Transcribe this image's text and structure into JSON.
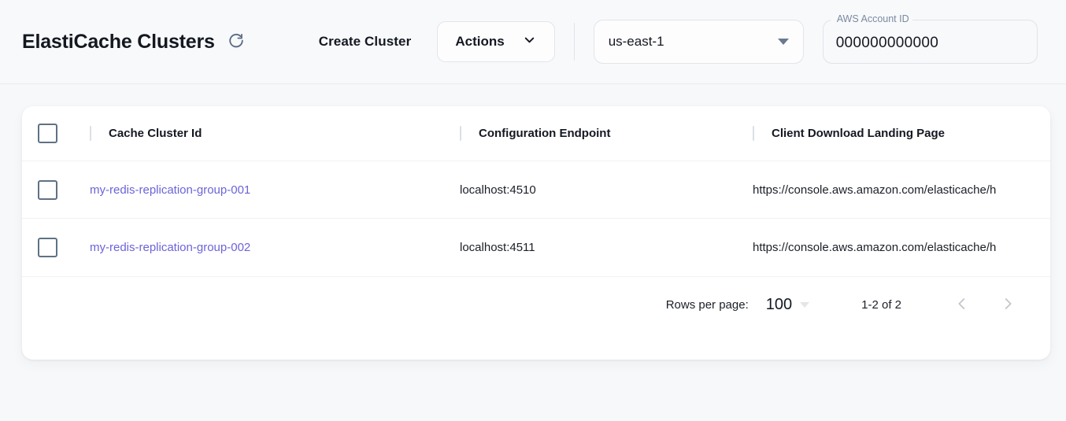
{
  "header": {
    "page_title": "ElastiCache Clusters",
    "refresh_icon": "refresh-icon",
    "create_cluster_label": "Create Cluster",
    "actions_label": "Actions",
    "actions_chevron_icon": "chevron-down-icon",
    "region": {
      "selected": "us-east-1",
      "caret_icon": "triangle-down-icon"
    },
    "account": {
      "label": "AWS Account ID",
      "value": "000000000000"
    }
  },
  "table": {
    "select_all_checkbox": "unchecked",
    "columns": [
      {
        "key": "id",
        "label": "Cache Cluster Id"
      },
      {
        "key": "ep",
        "label": "Configuration Endpoint"
      },
      {
        "key": "url",
        "label": "Client Download Landing Page"
      }
    ],
    "rows": [
      {
        "checkbox": "unchecked",
        "id": "my-redis-replication-group-001",
        "endpoint": "localhost:4510",
        "landing_page": "https://console.aws.amazon.com/elasticache/h"
      },
      {
        "checkbox": "unchecked",
        "id": "my-redis-replication-group-002",
        "endpoint": "localhost:4511",
        "landing_page": "https://console.aws.amazon.com/elasticache/h"
      }
    ]
  },
  "pagination": {
    "rows_per_page_label": "Rows per page:",
    "rows_per_page_value": "100",
    "caret_icon": "triangle-down-icon",
    "range_text": "1-2 of 2",
    "prev_icon": "chevron-left-icon",
    "next_icon": "chevron-right-icon"
  },
  "colors": {
    "link": "#6c63d8",
    "page_bg": "#f7f8fa",
    "topbar_bg": "#f8f9fb",
    "card_bg": "#ffffff",
    "checkbox_border": "#5f7186"
  }
}
